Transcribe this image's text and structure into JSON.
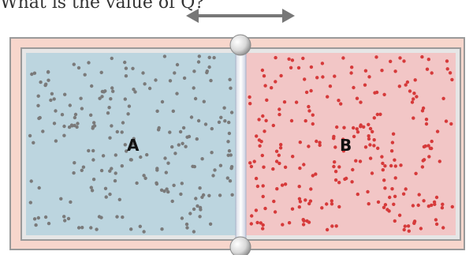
{
  "question": {
    "text": "What is the value of Q?"
  },
  "chambers": {
    "left": {
      "label": "A",
      "fill": "#bcd5df",
      "particle_color": "#7a7a7a",
      "particle_count": 230
    },
    "right": {
      "label": "B",
      "fill": "#f2c6c6",
      "particle_color": "#d63a3a",
      "particle_count": 260
    }
  },
  "container": {
    "outer_color": "#f7d6cc",
    "frame_color": "#a6a6a6"
  },
  "partition": {
    "type": "movable",
    "arrow_color": "#777777"
  }
}
